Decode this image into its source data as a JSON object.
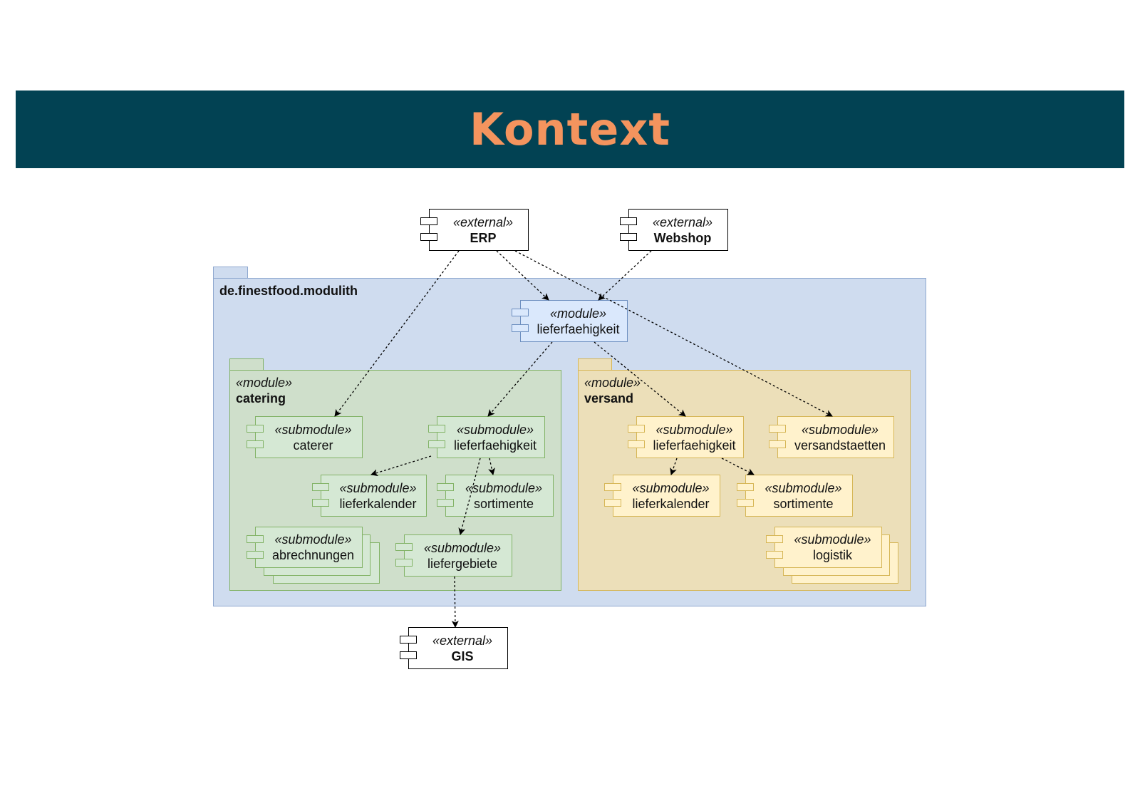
{
  "header": {
    "title": "Kontext"
  },
  "externals": {
    "erp": {
      "stereotype": "«external»",
      "name": "ERP"
    },
    "webshop": {
      "stereotype": "«external»",
      "name": "Webshop"
    },
    "gis": {
      "stereotype": "«external»",
      "name": "GIS"
    }
  },
  "root_package": {
    "name": "de.finestfood.modulith"
  },
  "module_lieferfaehigkeit": {
    "stereotype": "«module»",
    "name": "lieferfaehigkeit"
  },
  "catering": {
    "stereotype": "«module»",
    "name": "catering",
    "submodules": {
      "caterer": {
        "stereotype": "«submodule»",
        "name": "caterer"
      },
      "lieferfaehigkeit": {
        "stereotype": "«submodule»",
        "name": "lieferfaehigkeit"
      },
      "lieferkalender": {
        "stereotype": "«submodule»",
        "name": "lieferkalender"
      },
      "sortimente": {
        "stereotype": "«submodule»",
        "name": "sortimente"
      },
      "abrechnungen": {
        "stereotype": "«submodule»",
        "name": "abrechnungen"
      },
      "liefergebiete": {
        "stereotype": "«submodule»",
        "name": "liefergebiete"
      }
    }
  },
  "versand": {
    "stereotype": "«module»",
    "name": "versand",
    "submodules": {
      "lieferfaehigkeit": {
        "stereotype": "«submodule»",
        "name": "lieferfaehigkeit"
      },
      "versandstaetten": {
        "stereotype": "«submodule»",
        "name": "versandstaetten"
      },
      "lieferkalender": {
        "stereotype": "«submodule»",
        "name": "lieferkalender"
      },
      "sortimente": {
        "stereotype": "«submodule»",
        "name": "sortimente"
      },
      "logistik": {
        "stereotype": "«submodule»",
        "name": "logistik"
      }
    }
  },
  "colors": {
    "header_bg": "#024253",
    "header_text": "#f4945e",
    "root_fill": "#cfdcef",
    "root_stroke": "#8fa8cf",
    "catering_fill": "#cfdfcb",
    "catering_stroke": "#82b366",
    "versand_fill": "#ecdfb9",
    "versand_stroke": "#d6b656"
  },
  "edges": [
    {
      "from": "erp",
      "to": "module-lieferfaehigkeit"
    },
    {
      "from": "erp",
      "to": "catering-caterer"
    },
    {
      "from": "erp",
      "to": "versand-versandstaetten"
    },
    {
      "from": "webshop",
      "to": "module-lieferfaehigkeit"
    },
    {
      "from": "module-lieferfaehigkeit",
      "to": "catering-lieferfaehigkeit"
    },
    {
      "from": "module-lieferfaehigkeit",
      "to": "versand-lieferfaehigkeit"
    },
    {
      "from": "catering-lieferfaehigkeit",
      "to": "catering-lieferkalender"
    },
    {
      "from": "catering-lieferfaehigkeit",
      "to": "catering-sortimente"
    },
    {
      "from": "catering-lieferfaehigkeit",
      "to": "catering-liefergebiete"
    },
    {
      "from": "catering-liefergebiete",
      "to": "gis"
    },
    {
      "from": "versand-lieferfaehigkeit",
      "to": "versand-lieferkalender"
    },
    {
      "from": "versand-lieferfaehigkeit",
      "to": "versand-sortimente"
    }
  ]
}
